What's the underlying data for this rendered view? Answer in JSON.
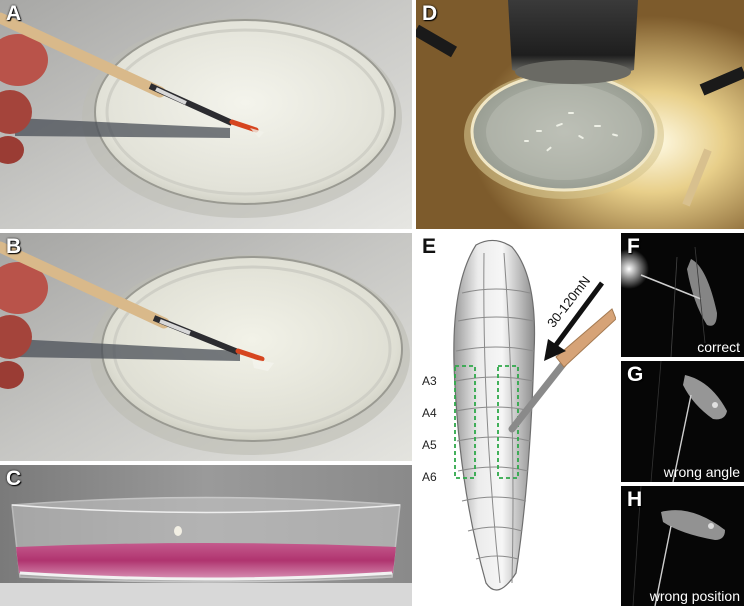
{
  "panels": {
    "a": {
      "letter": "A"
    },
    "b": {
      "letter": "B"
    },
    "c": {
      "letter": "C"
    },
    "d": {
      "letter": "D"
    },
    "e": {
      "letter": "E",
      "force": "30-120mN",
      "segments": [
        "A3",
        "A4",
        "A5",
        "A6"
      ]
    },
    "f": {
      "letter": "F",
      "caption": "correct"
    },
    "g": {
      "letter": "G",
      "caption": "wrong angle"
    },
    "h": {
      "letter": "H",
      "caption": "wrong position"
    }
  },
  "colors": {
    "agar_pink": "#b0346f",
    "brush_handle": "#d9b98a",
    "brush_tip": "#d6451f",
    "highlight_box": "#2fa84a",
    "backdrop_gray": "#8d8d8d"
  }
}
